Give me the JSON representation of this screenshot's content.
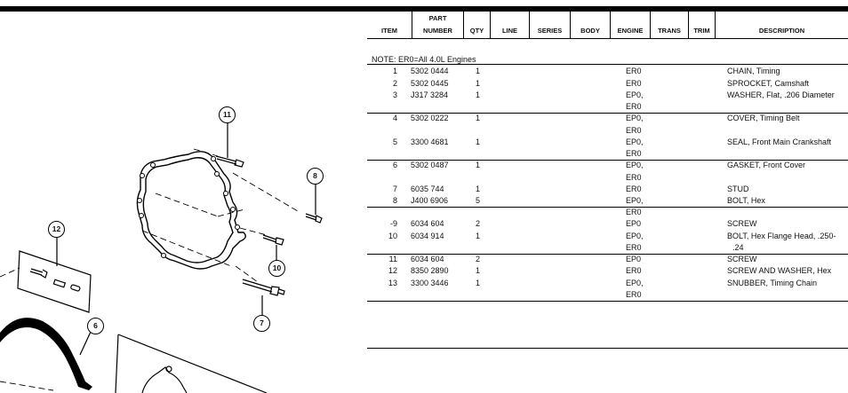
{
  "table": {
    "headers": [
      {
        "key": "item",
        "line1": "",
        "line2": "ITEM"
      },
      {
        "key": "part_number",
        "line1": "PART",
        "line2": "NUMBER"
      },
      {
        "key": "qty",
        "line1": "",
        "line2": "QTY"
      },
      {
        "key": "line",
        "line1": "",
        "line2": "LINE"
      },
      {
        "key": "series",
        "line1": "",
        "line2": "SERIES"
      },
      {
        "key": "body",
        "line1": "",
        "line2": "BODY"
      },
      {
        "key": "engine",
        "line1": "",
        "line2": "ENGINE"
      },
      {
        "key": "trans",
        "line1": "",
        "line2": "TRANS"
      },
      {
        "key": "trim",
        "line1": "",
        "line2": "TRIM"
      },
      {
        "key": "description",
        "line1": "",
        "line2": "DESCRIPTION"
      }
    ],
    "note": "NOTE: ER0=All 4.0L Engines",
    "rows": [
      {
        "item": "1",
        "part_number": "5302 0444",
        "qty": "1",
        "engine": [
          "ER0"
        ],
        "description": [
          "CHAIN, Timing"
        ]
      },
      {
        "item": "2",
        "part_number": "5302 0445",
        "qty": "1",
        "engine": [
          "ER0"
        ],
        "description": [
          "SPROCKET, Camshaft"
        ]
      },
      {
        "item": "3",
        "part_number": "J317 3284",
        "qty": "1",
        "engine": [
          "EP0,",
          "ER0"
        ],
        "description": [
          "WASHER, Flat, .206 Diameter"
        ]
      },
      {
        "item": "4",
        "part_number": "5302 0222",
        "qty": "1",
        "engine": [
          "EP0,",
          "ER0"
        ],
        "description": [
          "COVER, Timing Belt"
        ]
      },
      {
        "item": "5",
        "part_number": "3300 4681",
        "qty": "1",
        "engine": [
          "EP0,",
          "ER0"
        ],
        "description": [
          "SEAL, Front Main Crankshaft"
        ]
      },
      {
        "item": "6",
        "part_number": "5302 0487",
        "qty": "1",
        "engine": [
          "EP0,",
          "ER0"
        ],
        "description": [
          "GASKET, Front Cover"
        ]
      },
      {
        "item": "7",
        "part_number": "6035 744",
        "qty": "1",
        "engine": [
          "ER0"
        ],
        "description": [
          "STUD"
        ]
      },
      {
        "item": "8",
        "part_number": "J400 6906",
        "qty": "5",
        "engine": [
          "EP0,",
          "ER0"
        ],
        "description": [
          "BOLT, Hex"
        ]
      },
      {
        "item": "-9",
        "part_number": "6034 604",
        "qty": "2",
        "engine": [
          "EP0"
        ],
        "description": [
          "SCREW"
        ]
      },
      {
        "item": "10",
        "part_number": "6034 914",
        "qty": "1",
        "engine": [
          "EP0,",
          "ER0"
        ],
        "description": [
          "BOLT, Hex Flange Head, .250-",
          ".24"
        ]
      },
      {
        "item": "11",
        "part_number": "6034 604",
        "qty": "2",
        "engine": [
          "EP0"
        ],
        "description": [
          "SCREW"
        ]
      },
      {
        "item": "12",
        "part_number": "8350 2890",
        "qty": "1",
        "engine": [
          "ER0"
        ],
        "description": [
          "SCREW AND WASHER, Hex"
        ]
      },
      {
        "item": "13",
        "part_number": "3300 3446",
        "qty": "1",
        "engine": [
          "EP0,",
          "ER0"
        ],
        "description": [
          "SNUBBER, Timing Chain"
        ]
      }
    ]
  },
  "diagram": {
    "callouts": [
      "11",
      "8",
      "12",
      "10",
      "7",
      "6"
    ]
  }
}
